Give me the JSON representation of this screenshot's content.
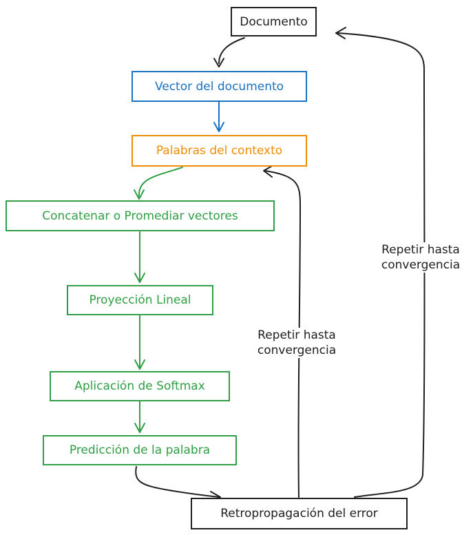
{
  "nodes": {
    "documento": "Documento",
    "vector": "Vector del documento",
    "palabras": "Palabras del contexto",
    "concatenar": "Concatenar o Promediar vectores",
    "proyeccion": "Proyección Lineal",
    "softmax": "Aplicación de Softmax",
    "prediccion": "Predicción de la palabra",
    "retro": "Retropropagación del error"
  },
  "labels": {
    "loop_inner": [
      "Repetir hasta",
      "convergencia"
    ],
    "loop_outer": [
      "Repetir hasta",
      "convergencia"
    ]
  },
  "colors": {
    "black": "#1e1e1e",
    "blue": "#1971c2",
    "orange": "#f08c00",
    "green": "#2f9e44"
  }
}
